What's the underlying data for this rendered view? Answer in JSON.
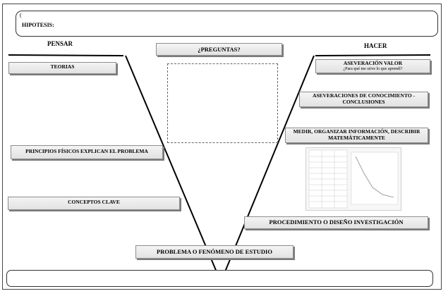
{
  "hypothesis": {
    "label": "HIPOTESIS:",
    "corner_mark": "("
  },
  "left_title": "PENSAR",
  "right_title": "HACER",
  "center": {
    "questions": "¿PREGUNTAS?",
    "problem": "PROBLEMA O FENÓMENO DE ESTUDIO"
  },
  "left": {
    "theories": "TEORIAS",
    "principles": "PRINCIPIOS FÍSICOS EXPLICAN EL PROBLEMA",
    "concepts": "CONCEPTOS CLAVE"
  },
  "right": {
    "value_title": "ASEVERACIÓN VALOR",
    "value_sub": "¿Para qué me sirve lo que aprendí?",
    "knowledge": "ASEVERACIONES DE CONOCIMIENTO - CONCLUSIONES",
    "measure": "MEDIR, ORGANIZAR INFORMACIÓN, DESCRIBIR MATEMÁTICAMENTE",
    "procedure": "PROCEDIMIENTO O DISEÑO INVESTIGACIÓN"
  },
  "colors": {
    "box_fill": "#e6e6e6",
    "box_shadow": "#7a7a7a",
    "line": "#000000"
  }
}
